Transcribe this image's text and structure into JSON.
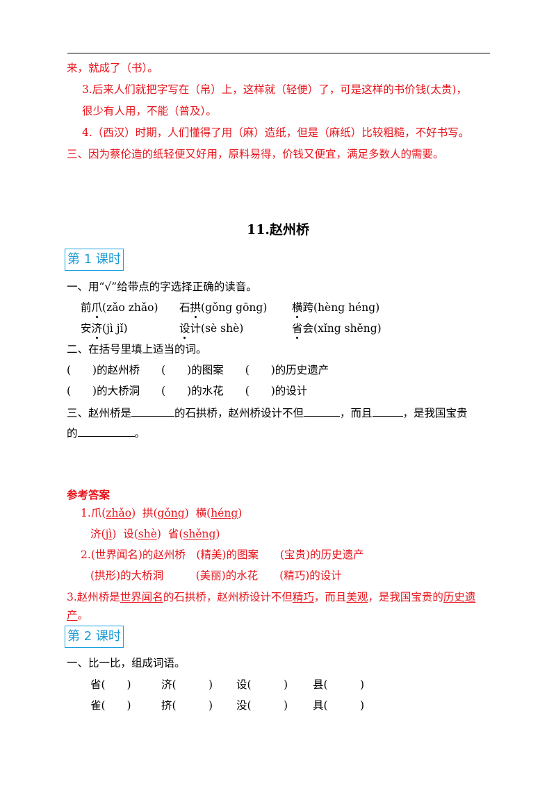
{
  "top": {
    "l1": "来，就成了（书）。",
    "l2": "3.后来人们就把字写在（帛）上，这样就（轻便）了，可是这样的书价钱(太贵)，",
    "l3": "很少有人用，不能（普及）。",
    "l4": "4.（西汉）时期，人们懂得了用（麻）造纸，但是（麻纸）比较粗糙，不好书写。",
    "l5": "三、因为蔡伦造的纸轻便又好用，原料易得，价钱又便宜，满足多数人的需要。"
  },
  "lesson_title": "11.赵州桥",
  "section1": {
    "tag": "第 1 课时",
    "q1": "一、用“√”给带点的字选择正确的读音。",
    "p1": {
      "a": "前",
      "b": "爪",
      "c": "(zǎo  zhǎo)"
    },
    "p2": {
      "a": "石",
      "b": "拱",
      "c": "(gǒng  gōng)"
    },
    "p3": {
      "a": "横",
      "b": "跨",
      "c": "(hèng  héng)"
    },
    "p4": {
      "a": "安",
      "b": "济",
      "c": "(jì  jǐ)"
    },
    "p5": {
      "a": "设",
      "b": "计",
      "c": "(sè  shè)"
    },
    "p6": {
      "a": "省",
      "b": "会",
      "c": "(xǐng  shěng)"
    },
    "q2": "二、在括号里填上适当的词。",
    "f1": "(　　)的赵州桥　　(　　)的图案　　(　　)的历史遗产",
    "f2": "(　　)的大桥洞　　(　　)的水花　　(　　)的设计",
    "q3a": "三、赵州桥是",
    "q3b": "的石拱桥，赵州桥设计不但",
    "q3c": "，而且",
    "q3d": "，是我国宝贵",
    "q3e": "的",
    "q3f": "。"
  },
  "answers": {
    "heading": "参考答案",
    "a1": [
      {
        "t": "1.爪(",
        "u": "zhǎo",
        "e": ")"
      },
      {
        "t": "  拱(",
        "u": "gǒng",
        "e": ")"
      },
      {
        "t": "  横(",
        "u": "héng",
        "e": ")"
      }
    ],
    "a1b": [
      {
        "t": "济(",
        "u": "jì",
        "e": ")"
      },
      {
        "t": "  设(",
        "u": "shè",
        "e": ")"
      },
      {
        "t": "  省(",
        "u": "shěng",
        "e": ")"
      }
    ],
    "a2": "2.(世界闻名)的赵州桥　(精美)的图案　　(宝贵)的历史遗产",
    "a2b": "(拱形)的大桥洞　　　(美丽)的水花　　(精巧)的设计",
    "a3": [
      {
        "t": "3.赵州桥是",
        "u": ""
      },
      {
        "t": "",
        "u": "世界闻名"
      },
      {
        "t": "的石拱桥，赵州桥设计不但",
        "u": ""
      },
      {
        "t": "",
        "u": "精巧"
      },
      {
        "t": "，而且",
        "u": ""
      },
      {
        "t": "",
        "u": "美观"
      },
      {
        "t": "，是我国宝贵的",
        "u": ""
      },
      {
        "t": "",
        "u": "历史遗"
      }
    ],
    "a3b": "产",
    "a3c": "。"
  },
  "section2": {
    "tag": "第 2 课时",
    "q1": "一、比一比，组成词语。",
    "r1": [
      "省(　　)",
      "济(　　　)",
      "设(　　　)",
      "县(　　　)"
    ],
    "r2": [
      "雀(　　)",
      "挤(　　　)",
      "没(　　　)",
      "具(　　　)"
    ]
  },
  "colors": {
    "answer": "#e8141c",
    "tag": "#1a9ad6"
  }
}
